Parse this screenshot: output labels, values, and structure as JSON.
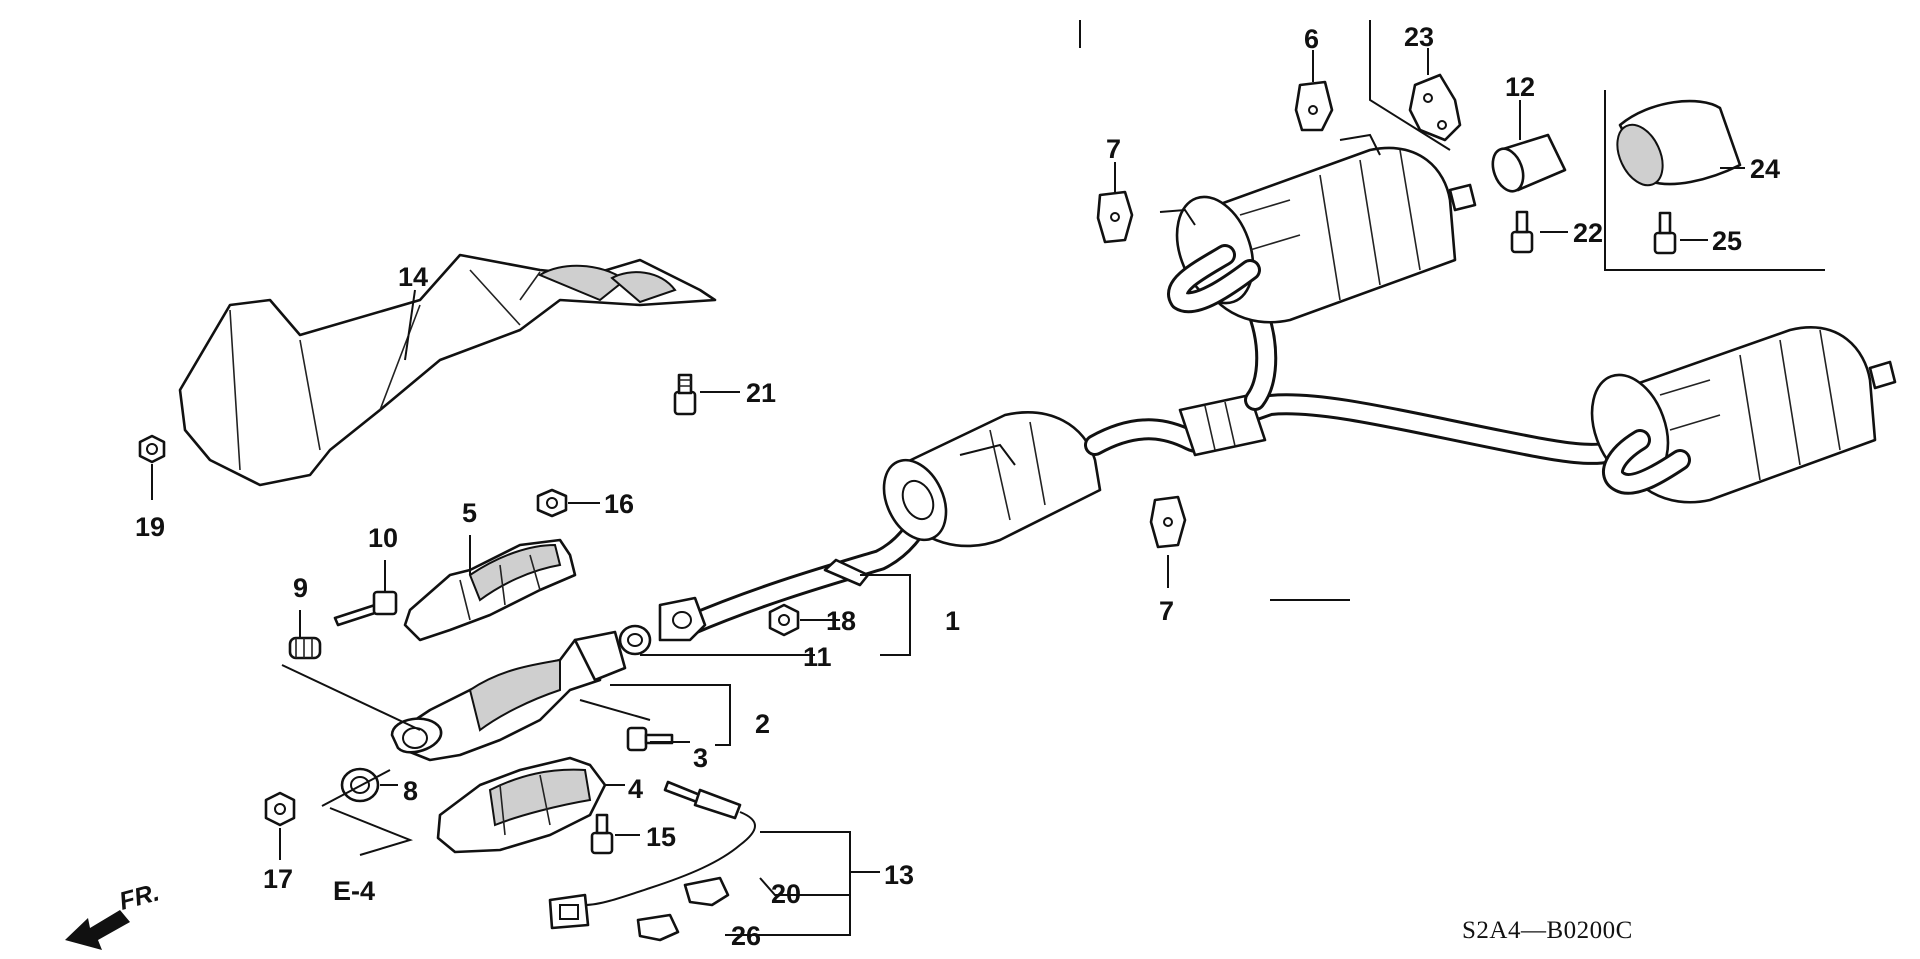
{
  "diagram": {
    "code": "S2A4—B0200C",
    "direction_label": "FR.",
    "reference_label": "E-4",
    "callouts": {
      "c1": "1",
      "c2": "2",
      "c3": "3",
      "c4": "4",
      "c5": "5",
      "c6": "6",
      "c7a": "7",
      "c7b": "7",
      "c8": "8",
      "c9": "9",
      "c10": "10",
      "c11": "11",
      "c12": "12",
      "c13": "13",
      "c14": "14",
      "c15": "15",
      "c16": "16",
      "c17": "17",
      "c18": "18",
      "c19": "19",
      "c20": "20",
      "c21": "21",
      "c22": "22",
      "c23": "23",
      "c24": "24",
      "c25": "25",
      "c26": "26"
    },
    "colors": {
      "ink": "#111111",
      "background": "#ffffff",
      "shading": "#cfcfcf"
    }
  }
}
